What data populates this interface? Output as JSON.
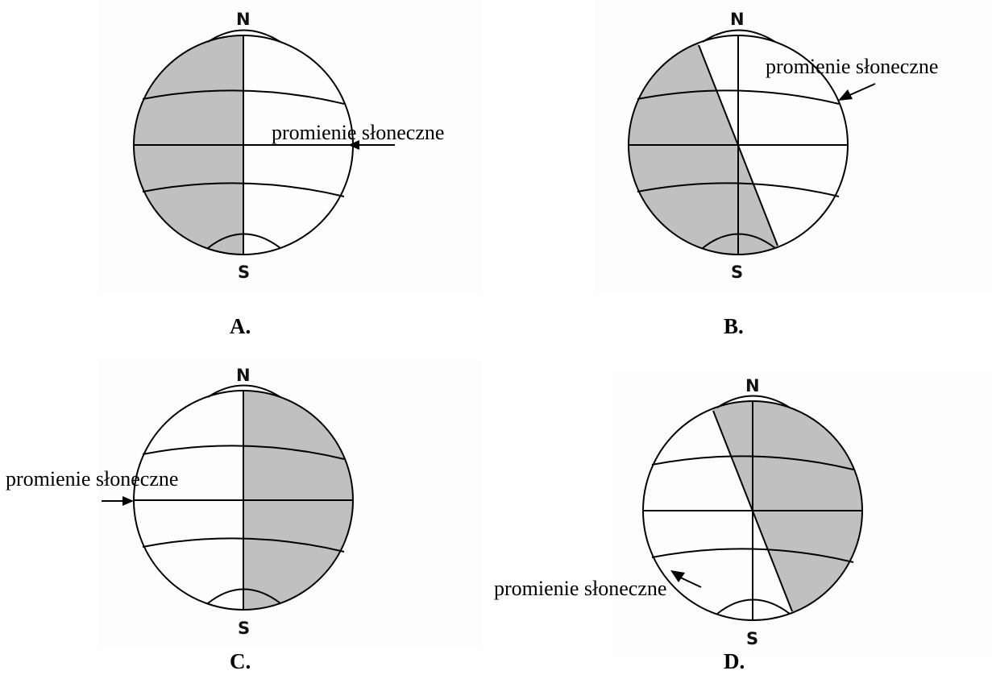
{
  "labels": {
    "north": "N",
    "south": "S",
    "sun_rays": "promienie słoneczne"
  },
  "panels": [
    {
      "id": "A",
      "caption": "A."
    },
    {
      "id": "B",
      "caption": "B."
    },
    {
      "id": "C",
      "caption": "C."
    },
    {
      "id": "D",
      "caption": "D."
    }
  ],
  "colors": {
    "night_shade": "#c0c0c0",
    "line": "#000000"
  }
}
